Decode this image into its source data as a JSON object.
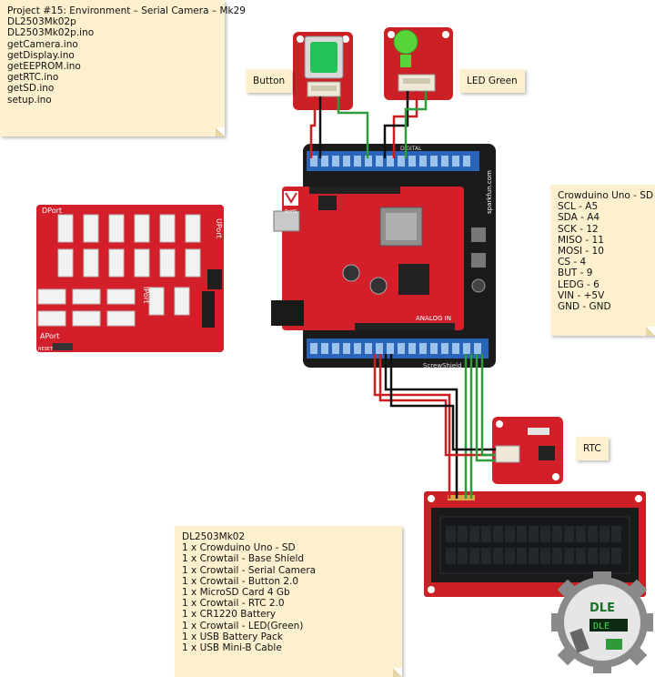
{
  "project_note": {
    "lines": [
      "Project #15: Environment – Serial Camera – Mk29",
      "",
      "DL2503Mk02p",
      "",
      "DL2503Mk02p.ino",
      "getCamera.ino",
      "getDisplay.ino",
      "getEEPROM.ino",
      "getRTC.ino",
      "getSD.ino",
      "setup.ino"
    ]
  },
  "labels": {
    "button": "Button",
    "led_green": "LED Green",
    "rtc": "RTC"
  },
  "pins_note": {
    "lines": [
      "Crowduino Uno - SD",
      "",
      "SCL - A5",
      "SDA - A4",
      "SCK - 12",
      "MISO - 11",
      "MOSI - 10",
      "CS - 4",
      "BUT - 9",
      "LEDG - 6",
      "VIN - +5V",
      "GND - GND"
    ]
  },
  "parts_note": {
    "lines": [
      "DL2503Mk02",
      "",
      "1 x Crowduino Uno - SD",
      "1 x Crowtail - Base Shield",
      "1 x Crowtail - Serial Camera",
      "1 x Crowtail - Button 2.0",
      "1 x MicroSD Card 4 Gb",
      "1 x Crowtail - RTC 2.0",
      "1 x CR1220 Battery",
      "1 x Crowtail - LED(Green)",
      "1 x USB Battery Pack",
      "1 x USB Mini-B Cable"
    ]
  },
  "board_text": {
    "digital": "DIGITAL",
    "sparkfun": "sparkfun.com",
    "analog_in": "ANALOG IN",
    "screwshield": "ScrewShield",
    "rohs": "RoHS",
    "dport": "DPort",
    "uport": "UPort",
    "iport": "IPort",
    "aport": "APort",
    "reset": "RESET"
  },
  "logo": {
    "text": "DLE"
  },
  "colors": {
    "note_bg": "#fdf0cf",
    "board_red": "#d21f2a",
    "shield_black": "#1b1b1b",
    "lcd_bezel": "#cc2027",
    "lcd_screen": "#16181b",
    "wire_red": "#cc1e1e",
    "wire_black": "#111111",
    "wire_green": "#2e9b3a",
    "led_green": "#59d33a",
    "button_green": "#22c15a"
  }
}
